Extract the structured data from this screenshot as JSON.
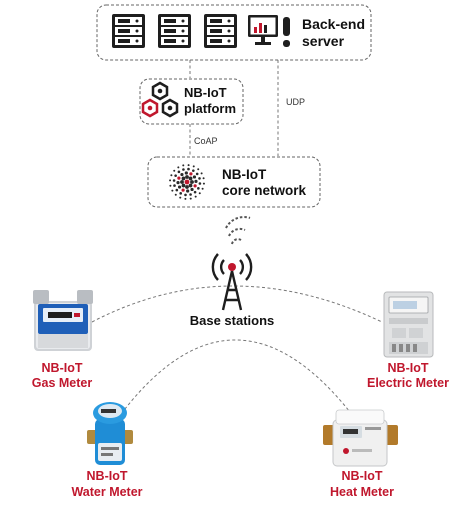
{
  "backend": {
    "line1": "Back-end",
    "line2": "server",
    "icons": [
      "server-rack-icon",
      "server-rack-icon",
      "server-rack-icon",
      "monitor-chart-icon",
      "alert-icon"
    ]
  },
  "platform": {
    "line1": "NB-IoT",
    "line2": "platform",
    "icon": "hexagon-cluster-icon"
  },
  "core": {
    "line1": "NB-IoT",
    "line2": "core network",
    "icon": "swirl-dots-icon"
  },
  "links": {
    "udp": "UDP",
    "coap": "CoAP"
  },
  "base": {
    "label": "Base stations",
    "icon": "antenna-tower-icon"
  },
  "meters": {
    "gas": {
      "line1": "NB-IoT",
      "line2": "Gas Meter"
    },
    "electric": {
      "line1": "NB-IoT",
      "line2": "Electric Meter"
    },
    "water": {
      "line1": "NB-IoT",
      "line2": "Water Meter"
    },
    "heat": {
      "line1": "NB-IoT",
      "line2": "Heat Meter"
    }
  },
  "colors": {
    "accent_red": "#c0172d",
    "icon_dark": "#1e1e1e",
    "dash": "#777777"
  }
}
